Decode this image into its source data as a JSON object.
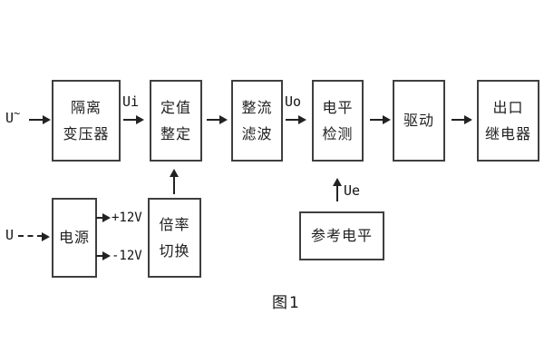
{
  "diagram": {
    "caption": "图1",
    "blocks": {
      "transformer": {
        "line1": "隔离",
        "line2": "变压器"
      },
      "setting": {
        "line1": "定值",
        "line2": "整定"
      },
      "rectifier": {
        "line1": "整流",
        "line2": "滤波"
      },
      "detector": {
        "line1": "电平",
        "line2": "检测"
      },
      "drive": {
        "label": "驱动"
      },
      "relay": {
        "line1": "出口",
        "line2": "继电器"
      },
      "power": {
        "label": "电源"
      },
      "ratio": {
        "line1": "倍率",
        "line2": "切换"
      },
      "reference": {
        "label": "参考电平"
      }
    },
    "signals": {
      "ac_input_base": "U",
      "ac_input_mark": "~",
      "dc_input": "U",
      "ui": "Ui",
      "uo": "Uo",
      "ue": "Ue",
      "plus12": "+12V",
      "minus12": "-12V"
    },
    "colors": {
      "background": "#ffffff",
      "line": "#222222",
      "border": "#3f3f3f",
      "text": "#1f1f1f"
    }
  }
}
